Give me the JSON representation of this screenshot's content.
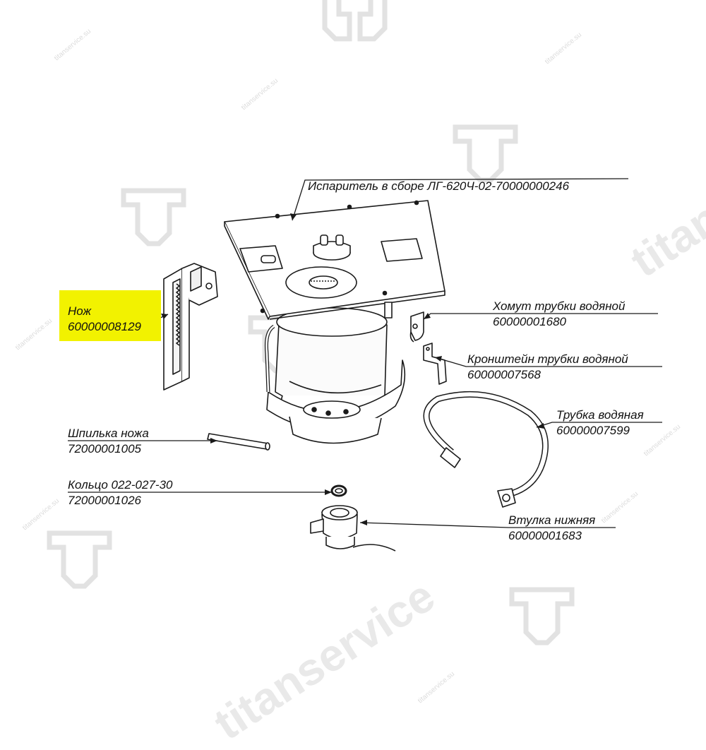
{
  "watermark": {
    "brand": "titanservice",
    "site": "titanservice.su",
    "color": "#e6e6e6"
  },
  "highlight_color": "#f2f200",
  "callouts": {
    "evaporator": {
      "name": "Испаритель в сборе ЛГ-620Ч-02-70000000246",
      "code": ""
    },
    "knife": {
      "name": "Нож",
      "code": "60000008129"
    },
    "clamp": {
      "name": "Хомут трубки водяной",
      "code": "60000001680"
    },
    "bracket": {
      "name": "Кронштейн трубки водяной",
      "code": "60000007568"
    },
    "pin": {
      "name": "Шпилька ножа",
      "code": "72000001005"
    },
    "tube": {
      "name": "Трубка водяная",
      "code": "60000007599"
    },
    "ring": {
      "name": "Кольцо 022-027-30",
      "code": "72000001026"
    },
    "bushing": {
      "name": "Втулка нижняя",
      "code": "60000001683"
    }
  }
}
